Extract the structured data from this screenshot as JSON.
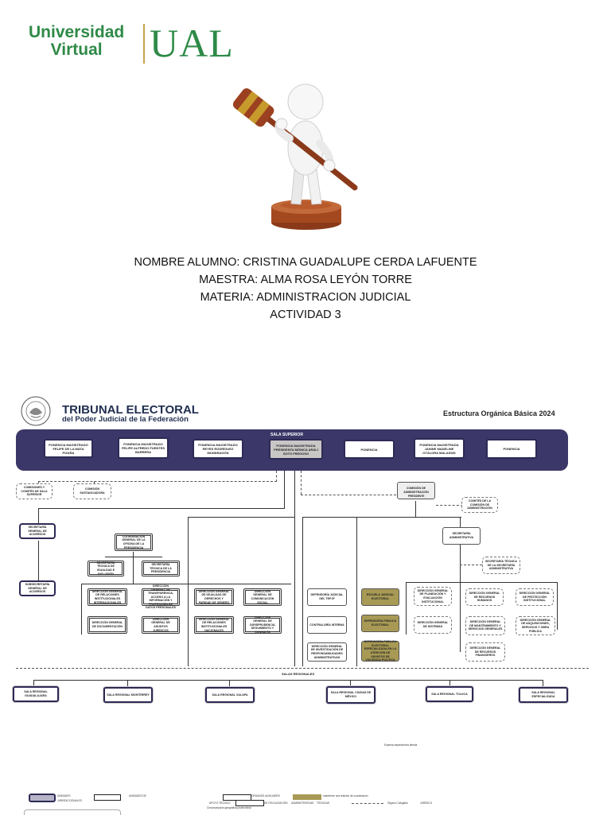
{
  "logo": {
    "line1": "Universidad",
    "line2": "Virtual",
    "initials": "UAL",
    "color": "#2e8a47"
  },
  "illustration": {
    "icon": "judge-gavel-figure-icon"
  },
  "info": {
    "student": "NOMBRE ALUMNO: CRISTINA GUADALUPE CERDA LAFUENTE",
    "teacher": "MAESTRA: ALMA ROSA LEYÓN TORRE",
    "subject": "MATERIA: ADMINISTRACION JUDICIAL",
    "activity": "ACTIVIDAD 3"
  },
  "org": {
    "title": "TRIBUNAL ELECTORAL",
    "subtitle": "del Poder Judicial de la Federación",
    "heading": "Estructura Orgánica Básica 2024",
    "band_label": "SALA SUPERIOR",
    "ponencias": [
      "PONENCIA MAGISTRADO FELIPE DE LA MATA PIZAÑA",
      "PONENCIA MAGISTRADO FELIPE ALFREDO FUENTES BARRERA",
      "PONENCIA MAGISTRADO REYES RODRÍGUEZ MONDRAGÓN",
      "PONENCIA MAGISTRADA PRESIDENTA MÓNICA ARALÍ SOTO FREGOSO",
      "PONENCIA",
      "PONENCIA MAGISTRADA JANINE MADELINE OTÁLORA MALASSIS",
      "PONENCIA"
    ],
    "left_top": [
      "COMISIONES Y COMITÉS DE SALA SUPERIOR",
      "COMISIÓN SUSTANCIADORA"
    ],
    "secretaria_general": "SECRETARÍA GENERAL DE ACUERDOS",
    "subsecretaria": "SUBSECRETARÍA GENERAL DE ACUERDOS",
    "coordinacion": "COORDINACIÓN GENERAL DE LA OFICINA DE LA PRESIDENCIA",
    "sec_tecnica_igualdad": "SECRETARÍA TÉCNICA DE IGUALDAD E INCLUSIÓN",
    "sec_tecnica_presidencia": "SECRETARÍA TÉCNICA DE LA PRESIDENCIA",
    "direcciones_left": [
      "DIRECCIÓN GENERAL DE RELACIONES INSTITUCIONALES INTERNACIONALES",
      "DIRECCIÓN GENERAL DE TRANSPARENCIA, ACCESO A LA INFORMACIÓN Y PROTECCIÓN DE DATOS PERSONALES",
      "DIRECCIÓN GENERAL DE IGUALDAD DE DERECHOS Y PARIDAD DE GÉNERO",
      "DIRECCIÓN GENERAL DE COMUNICACIÓN SOCIAL",
      "DIRECCIÓN GENERAL DE DOCUMENTACIÓN",
      "DIRECCIÓN GENERAL DE ASUNTOS JURÍDICOS",
      "DIRECCIÓN GENERAL DE RELACIONES INSTITUCIONALES NACIONALES",
      "DIRECCIÓN GENERAL DE JURISPRUDENCIA, SEGUIMIENTO Y CONSULTA"
    ],
    "comision_admin": "COMISIÓN DE ADMINISTRACIÓN",
    "presidente": "PRESIDENTE",
    "comites": "COMITÉS DE LA COMISIÓN DE ADMINISTRACIÓN",
    "secretaria_admin": "SECRETARÍA ADMINISTRATIVA",
    "sec_tecnica_admin": "SECRETARÍA TÉCNICA DE LA SECRETARÍA ADMINISTRATIVA",
    "middle_col": [
      "DEFENSORÍA JUDICIAL DEL TEPJF",
      "CONTRALORÍA INTERNA",
      "DIRECCIÓN GENERAL DE INVESTIGACIÓN DE RESPONSABILIDADES ADMINISTRATIVAS"
    ],
    "gold_boxes": [
      "ESCUELA JUDICIAL ELECTORAL",
      "DEFENSORÍA PÚBLICA ELECTORAL",
      "DEFENSORÍA PÚBLICA ELECTORAL ESPECIALIZADA EN LA ATENCIÓN DE ASUNTOS DE VIOLENCIA POLÍTICA"
    ],
    "direcciones_right": [
      "DIRECCIÓN GENERAL DE PLANEACIÓN Y EVALUACIÓN INSTITUCIONAL",
      "DIRECCIÓN GENERAL DE RECURSOS HUMANOS",
      "DIRECCIÓN GENERAL DE PROTECCIÓN INSTITUCIONAL",
      "DIRECCIÓN GENERAL DE SISTEMAS",
      "DIRECCIÓN GENERAL DE MANTENIMIENTO Y SERVICIOS GENERALES",
      "DIRECCIÓN GENERAL DE ADQUISICIONES, SERVICIOS Y OBRA PÚBLICA",
      "DIRECCIÓN GENERAL DE RECURSOS FINANCIEROS"
    ],
    "salas_label": "SALAS REGIONALES",
    "salas": [
      "SALA REGIONAL GUADALAJARA",
      "SALA REGIONAL MONTERREY",
      "SALA REGIONAL XALAPA",
      "SALA REGIONAL CIUDAD DE MÉXICO",
      "SALA REGIONAL TOLUCA",
      "SALA REGIONAL ESPECIALIZADA"
    ],
    "note": "Expresa dependencia directa",
    "legend": {
      "unidades_juris": "UNIDADES JURISDICCIONALES",
      "unidades_de": "UNIDADES DE",
      "apoyo_tecnico": "APOYO TÉCNICO",
      "organos_auxiliares": "ÓRGANOS AUXILIARES",
      "de_fiscalizacion": "DE FISCALIZACIÓN",
      "administrativas": "ADMINISTRATIVAS",
      "tecnicas": "TÉCNICAS",
      "relacion": "mantienen una relación de coordinación",
      "organo_colegiado": "Órgano Colegiado",
      "juridico": "JURÍDICO",
      "circunscripcion": "Circunscripción geográfica plurinominal"
    }
  }
}
